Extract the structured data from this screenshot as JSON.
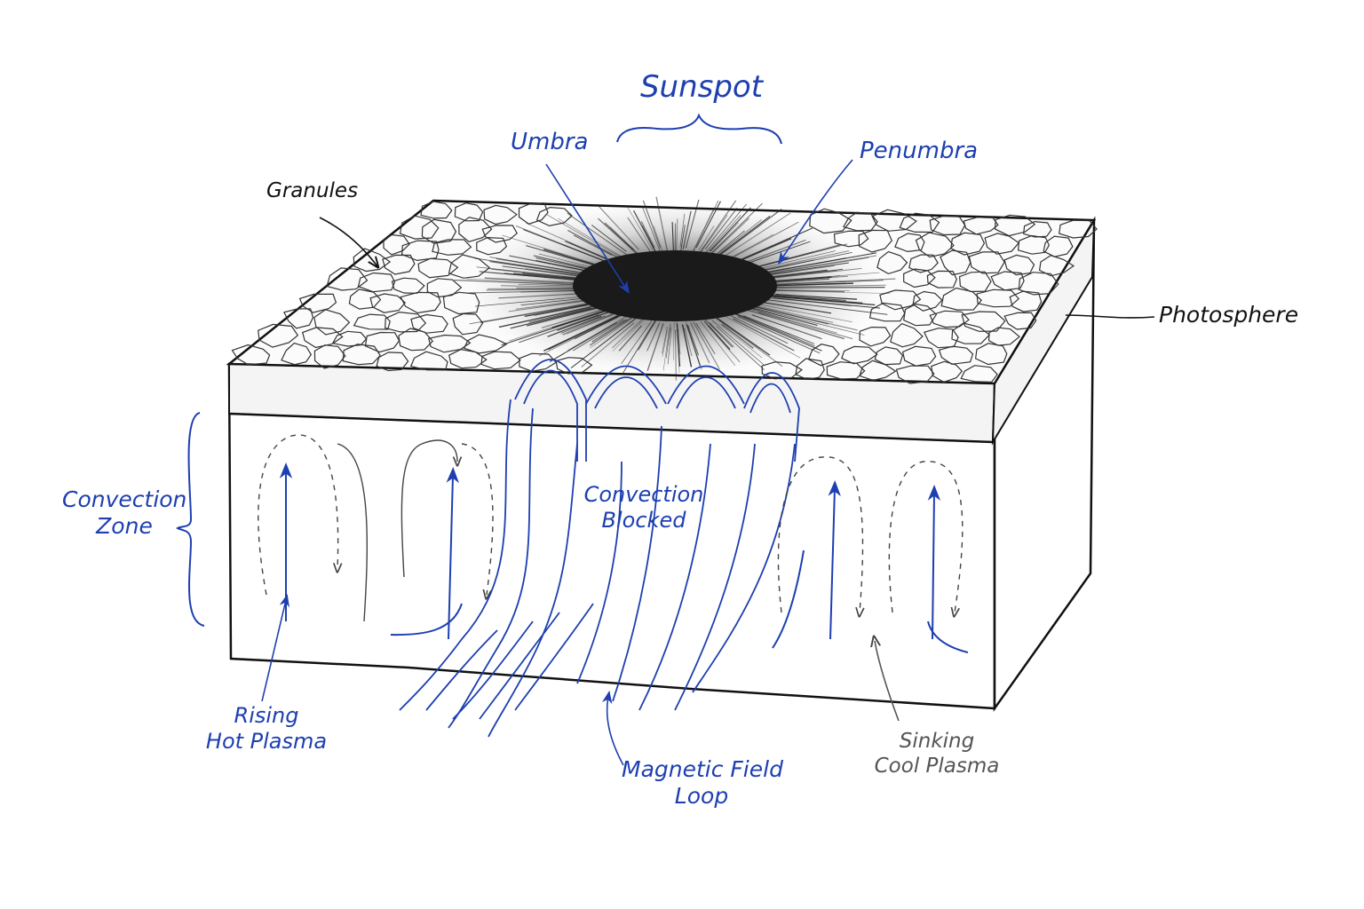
{
  "labels": {
    "sunspot": "Sunspot",
    "umbra": "Umbra",
    "penumbra": "Penumbra",
    "granules": "Granules",
    "photosphere": "Photosphere",
    "convection_zone": [
      "Convection",
      "Zone"
    ],
    "convection_blocked": [
      "Convection",
      "Blocked"
    ],
    "rising_hot_plasma": [
      "Rising",
      "Hot Plasma"
    ],
    "magnetic_field_loop": [
      "Magnetic Field",
      "Loop"
    ],
    "sinking_cool_plasma": [
      "Sinking",
      "Cool Plasma"
    ]
  },
  "colors": {
    "ink": "#111111",
    "blue_annotation": "#1d3fb0",
    "gray_annotation": "#555555",
    "umbra_fill": "#1a1a1a"
  }
}
